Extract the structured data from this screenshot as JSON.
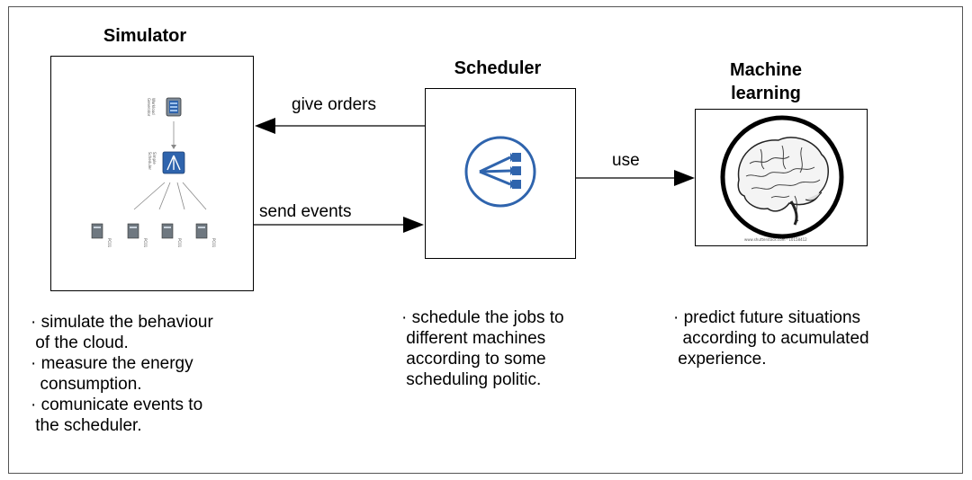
{
  "simulator": {
    "title": "Simulator",
    "description": "· simulate the behaviour\n of the cloud.\n· measure the energy\n  consumption.\n· comunicate events to\n the scheduler."
  },
  "scheduler": {
    "title": "Scheduler",
    "description": "· schedule the jobs to\n different machines\n according to some\n scheduling politic."
  },
  "machine_learning": {
    "title_line1": "Machine",
    "title_line2": "learning",
    "description": "· predict future situations\n  according to acumulated\n experience."
  },
  "edges": {
    "give_orders": "give orders",
    "send_events": "send events",
    "use": "use"
  },
  "colors": {
    "scheduler_icon": "#2f64ad",
    "node_icon": "#3a6fae",
    "machine": "#6f7880"
  }
}
